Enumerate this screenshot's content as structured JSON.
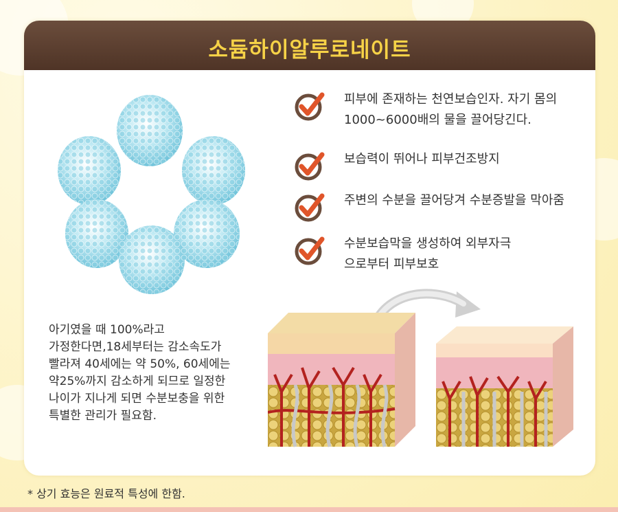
{
  "header": {
    "title": "소듐하이알루로네이트"
  },
  "features": [
    {
      "lines": [
        "피부에 존재하는 천연보습인자. 자기 몸의",
        "1000~6000배의 물을 끌어당긴다."
      ],
      "icon": "check-icon"
    },
    {
      "lines": [
        "보습력이 뛰어나 피부건조방지"
      ],
      "icon": "check-icon"
    },
    {
      "lines": [
        "주변의 수분을 끌어당겨 수분증발을 막아줌"
      ],
      "icon": "check-icon"
    },
    {
      "lines": [
        "수분보습막을 생성하여 외부자극",
        "으로부터 피부보호"
      ],
      "icon": "check-icon"
    }
  ],
  "description": [
    "아기였을 때 100%라고",
    "가정한다면,18세부터는 감소속도가",
    "빨라져 40세에는 약 50%, 60세에는",
    "약25%까지 감소하게 되므로 일정한",
    "나이가 지나게 되면 수분보충을 위한",
    "특별한 관리가 필요함."
  ],
  "footnote": "* 상기 효능은 원료적 특성에 한함.",
  "colors": {
    "header_bg": "#5a3d2e",
    "title": "#f6d247",
    "check_ring": "#6b4d3c",
    "check_mark": "#e0552a",
    "background": "#fdf3c4"
  }
}
